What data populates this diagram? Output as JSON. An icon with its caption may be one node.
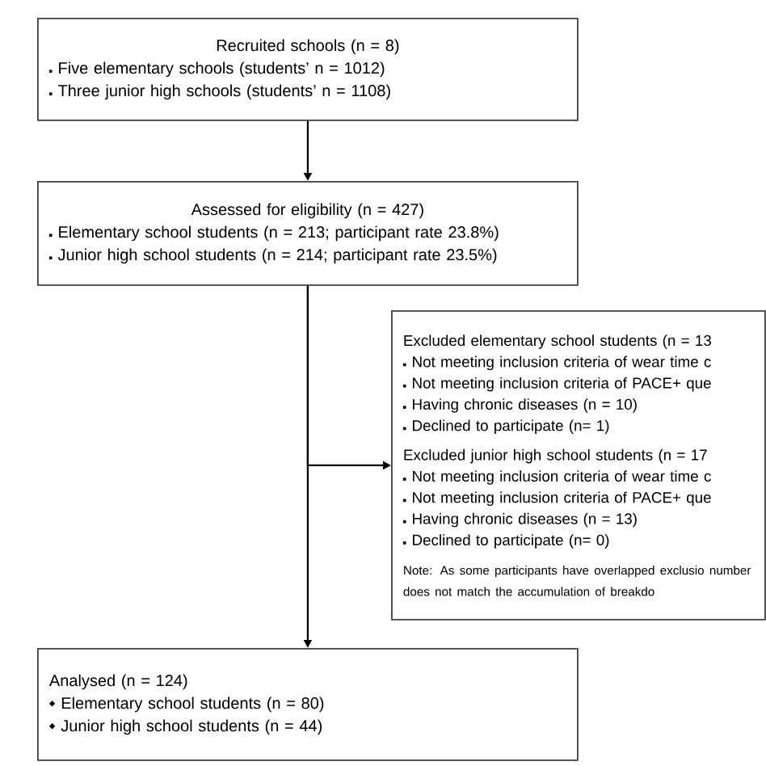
{
  "diagram": {
    "nodes": [
      {
        "text": [
          "Recruited schools (n = 8)",
          "Five elementary schools (students’ n = 1012)",
          "Three junior high schools (students’ n = 1108)"
        ]
      },
      {
        "text": [
          "Assessed for eligibility (n = 427)",
          "Elementary school students (n = 213; participant rate 23.8%)",
          "Junior high school students (n = 214; participant rate 23.5%)"
        ]
      },
      {
        "text": [
          "Excluded elementary school students (n = 13",
          "Not meeting inclusion criteria of wear time c",
          "Not meeting inclusion criteria of PACE+ que",
          "Having chronic diseases (n = 10)",
          "Declined to participate (n=  1)",
          "Excluded junior high school students (n = 17",
          "Not meeting inclusion criteria of wear time c",
          "Not meeting inclusion criteria of PACE+ que",
          "Having chronic diseases (n = 13)",
          "Declined to participate (n=  0)",
          "Note: As some participants have overlapped exclusio number does not match the accumulation of breakdo"
        ]
      },
      {
        "text": [
          "Analysed  (n = 124)",
          "Elementary school students (n = 80)",
          "Junior high school students (n = 44)"
        ]
      }
    ],
    "edges": [
      {
        "from": 0,
        "to": 1,
        "arrow": "to"
      },
      {
        "from": 1,
        "to": 2,
        "arrow": "to"
      },
      {
        "from": 1,
        "to": 3,
        "arrow": "to"
      }
    ]
  }
}
